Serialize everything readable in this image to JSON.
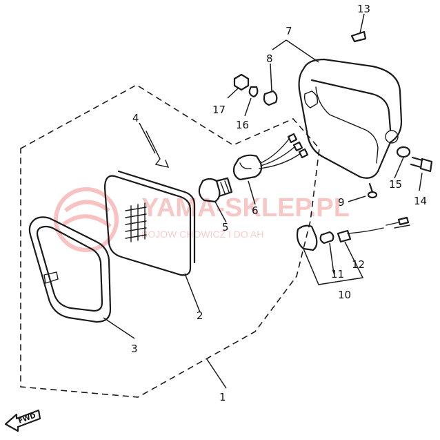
{
  "watermark": {
    "brand": "YAMA-SKLEP.PL",
    "tagline": "BOJOW CHOWICZ I DO AH",
    "color": "#e53935"
  },
  "direction_marker": {
    "label": "FWD",
    "icon": "arrow-left-icon"
  },
  "callouts": [
    "1",
    "2",
    "3",
    "4",
    "5",
    "6",
    "7",
    "8",
    "9",
    "10",
    "11",
    "12",
    "13",
    "14",
    "15",
    "16",
    "17"
  ]
}
